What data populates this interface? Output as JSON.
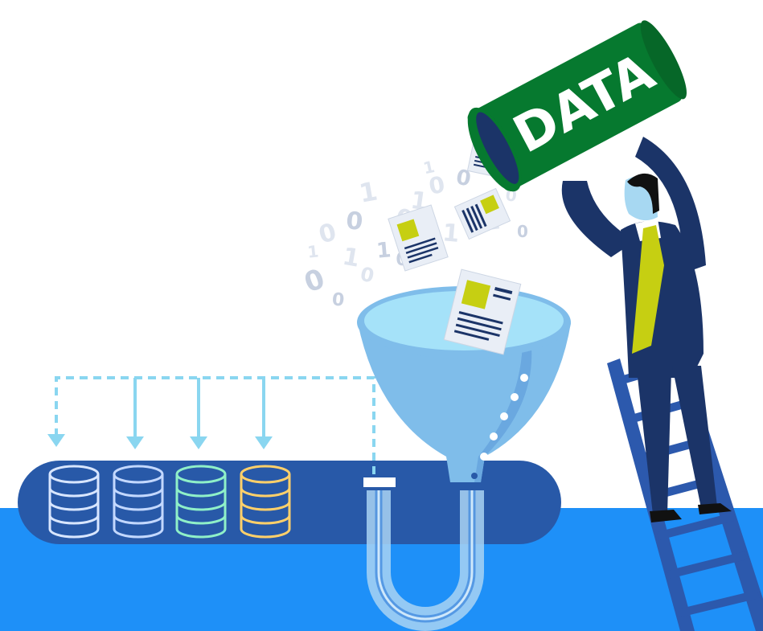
{
  "bucket": {
    "label": "DATA"
  },
  "binary_digits": [
    "0",
    "1",
    "0",
    "0",
    "1",
    "0",
    "1",
    "1",
    "0",
    "0",
    "1",
    "1",
    "0",
    "0",
    "1",
    "0",
    "1",
    "1",
    "0",
    "0"
  ],
  "colors": {
    "background": "#ffffff",
    "floor": "#1e90f8",
    "platform": "#2859a8",
    "bucket": "#06792f",
    "funnel_top": "#a5e2f9",
    "funnel_body": "#7fbdea",
    "pipe": "#a9d3f3",
    "arrows": "#8ad6f0",
    "suit": "#1b3468",
    "tie": "#c6cf12",
    "ladder": "#2c59ad",
    "db_light": "#d8e6ff",
    "db_green": "#8ff0c8",
    "db_yellow": "#ffd06a"
  },
  "databases": [
    {
      "name": "database-1",
      "color": "#d8e6ff"
    },
    {
      "name": "database-2",
      "color": "#c3d8ff"
    },
    {
      "name": "database-3",
      "color": "#8ff0c8"
    },
    {
      "name": "database-4",
      "color": "#ffd06a"
    }
  ]
}
